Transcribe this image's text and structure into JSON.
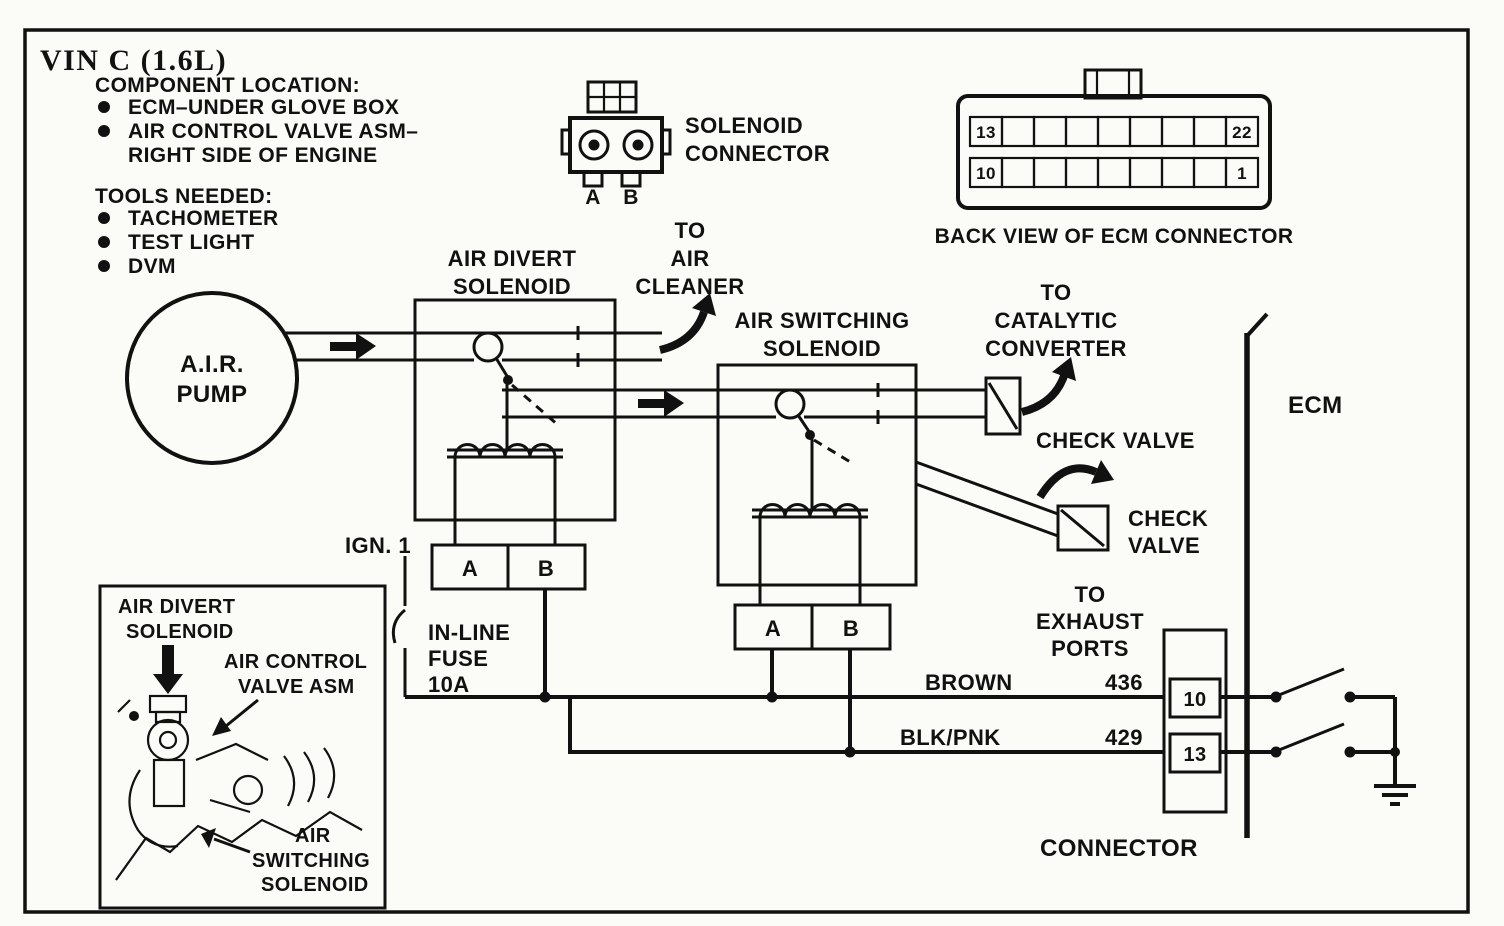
{
  "title": "VIN C (1.6L)",
  "notes": {
    "loc_heading": "COMPONENT LOCATION:",
    "loc_item1": "ECM–UNDER GLOVE BOX",
    "loc_item2a": "AIR CONTROL VALVE ASM–",
    "loc_item2b": "RIGHT SIDE OF ENGINE",
    "tools_heading": "TOOLS NEEDED:",
    "tool1": "TACHOMETER",
    "tool2": "TEST LIGHT",
    "tool3": "DVM"
  },
  "solenoid_connector": {
    "line1": "SOLENOID",
    "line2": "CONNECTOR",
    "pin_a": "A",
    "pin_b": "B"
  },
  "ecm_connector": {
    "caption": "BACK VIEW OF ECM CONNECTOR",
    "pin_top_left": "13",
    "pin_top_right": "22",
    "pin_bottom_left": "10",
    "pin_bottom_right": "1"
  },
  "air_pump": {
    "line1": "A.I.R.",
    "line2": "PUMP"
  },
  "divert": {
    "title1": "AIR DIVERT",
    "title2": "SOLENOID",
    "term_a": "A",
    "term_b": "B"
  },
  "switching": {
    "title1": "AIR SWITCHING",
    "title2": "SOLENOID",
    "term_a": "A",
    "term_b": "B"
  },
  "destinations": {
    "air_cleaner1": "TO",
    "air_cleaner2": "AIR",
    "air_cleaner3": "CLEANER",
    "catalytic1": "TO",
    "catalytic2": "CATALYTIC",
    "catalytic3": "CONVERTER",
    "exhaust1": "TO",
    "exhaust2": "EXHAUST",
    "exhaust3": "PORTS"
  },
  "check_valves": {
    "valve1": "CHECK VALVE",
    "valve2_line1": "CHECK",
    "valve2_line2": "VALVE"
  },
  "power": {
    "ign": "IGN. 1",
    "fuse1": "IN-LINE",
    "fuse2": "FUSE",
    "fuse3": "10A"
  },
  "wires": {
    "brown": "BROWN",
    "brown_circuit": "436",
    "blkpnk": "BLK/PNK",
    "blkpnk_circuit": "429"
  },
  "ecm": {
    "label": "ECM",
    "pin10": "10",
    "pin13": "13",
    "connector_label": "CONNECTOR"
  },
  "inset": {
    "divert1": "AIR DIVERT",
    "divert2": "SOLENOID",
    "control1": "AIR CONTROL",
    "control2": "VALVE ASM",
    "switch1": "AIR",
    "switch2": "SWITCHING",
    "switch3": "SOLENOID"
  }
}
